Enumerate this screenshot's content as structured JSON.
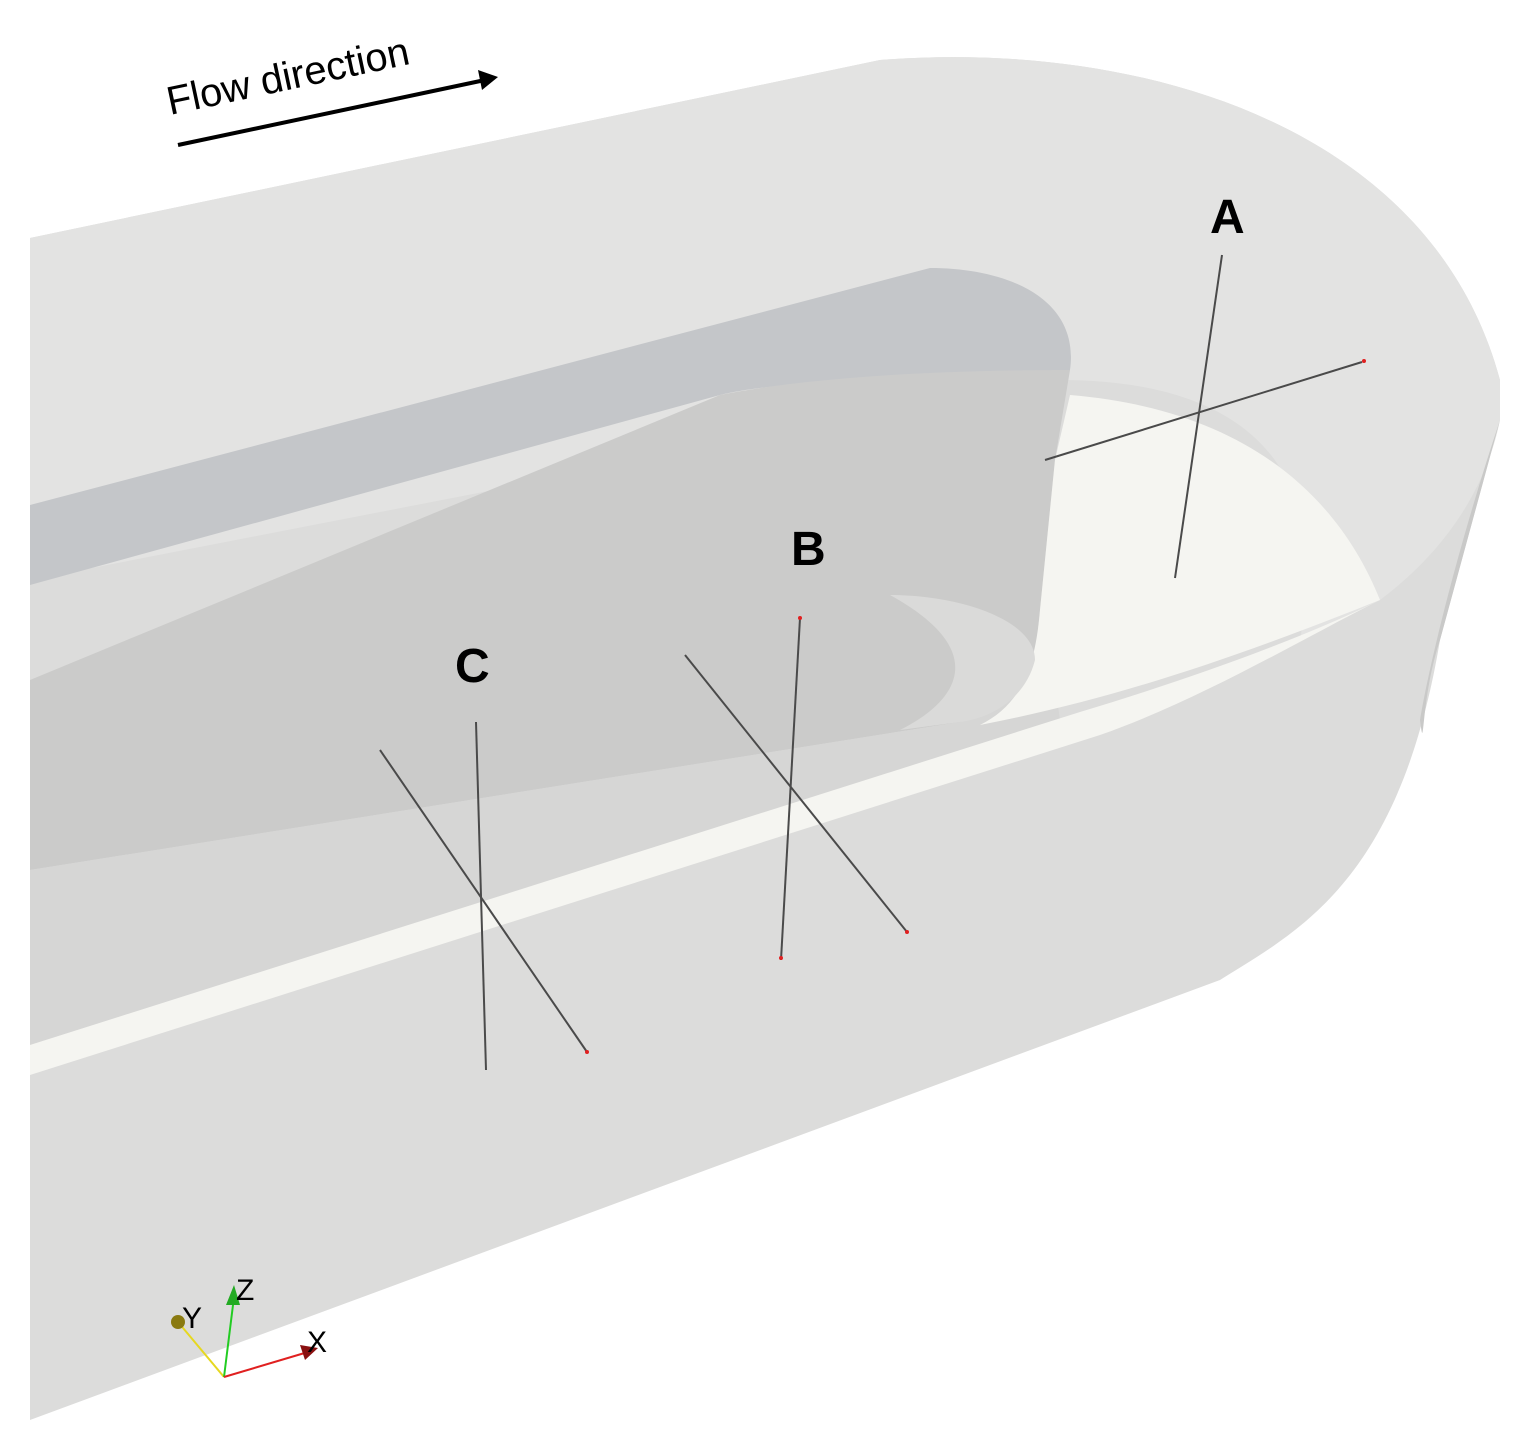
{
  "annotations": {
    "flow_label": "Flow direction",
    "probes": {
      "a": "A",
      "b": "B",
      "c": "C"
    }
  },
  "axes_triad": {
    "x": "X",
    "y": "Y",
    "z": "Z"
  },
  "colors": {
    "outer_shell": "#dcdcdb",
    "shell_top": "#e3e3e2",
    "inner_wall_top": "#c4c6c9",
    "inner_wall_side": "#cbcbca",
    "floor": "#f5f5f1",
    "probe_line": "#4a4a4a",
    "probe_tip": "#e02020",
    "axis_x": "#e02020",
    "axis_y": "#e6d820",
    "axis_z": "#22cc22"
  }
}
